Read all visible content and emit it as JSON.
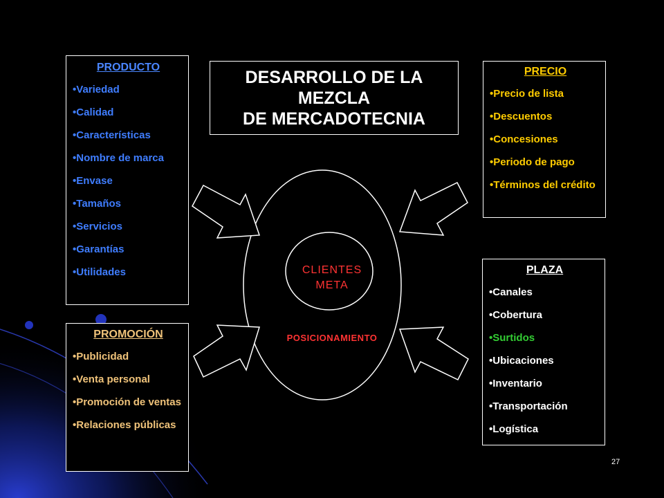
{
  "title": {
    "lines": [
      "DESARROLLO DE LA",
      "MEZCLA",
      "DE MERCADOTECNIA"
    ]
  },
  "producto": {
    "heading": "PRODUCTO",
    "items": [
      "Variedad",
      "Calidad",
      "Características",
      "Nombre de marca",
      "Envase",
      "Tamaños",
      "Servicios",
      "Garantías",
      "Utilidades"
    ]
  },
  "precio": {
    "heading": "PRECIO",
    "items": [
      "Precio de lista",
      "Descuentos",
      "Concesiones",
      "Periodo de pago",
      "Términos del crédito"
    ]
  },
  "promocion": {
    "heading": "PROMOCIÓN",
    "items": [
      "Publicidad",
      "Venta personal",
      "Promoción de ventas",
      "Relaciones públicas"
    ]
  },
  "plaza": {
    "heading": "PLAZA",
    "items": [
      "Canales",
      "Cobertura",
      "Surtidos",
      "Ubicaciones",
      "Inventario",
      "Transportación",
      "Logística"
    ]
  },
  "center": {
    "inner_line1": "CLIENTES",
    "inner_line2": "META",
    "outer": "POSICIONAMIENTO"
  },
  "slide_number": "27",
  "colors": {
    "producto": "#3f7dff",
    "precio": "#ffcc00",
    "promocion": "#f0c37a",
    "plaza": "#ffffff",
    "plaza_highlight": "#33cc33",
    "center_text": "#ff3333"
  }
}
